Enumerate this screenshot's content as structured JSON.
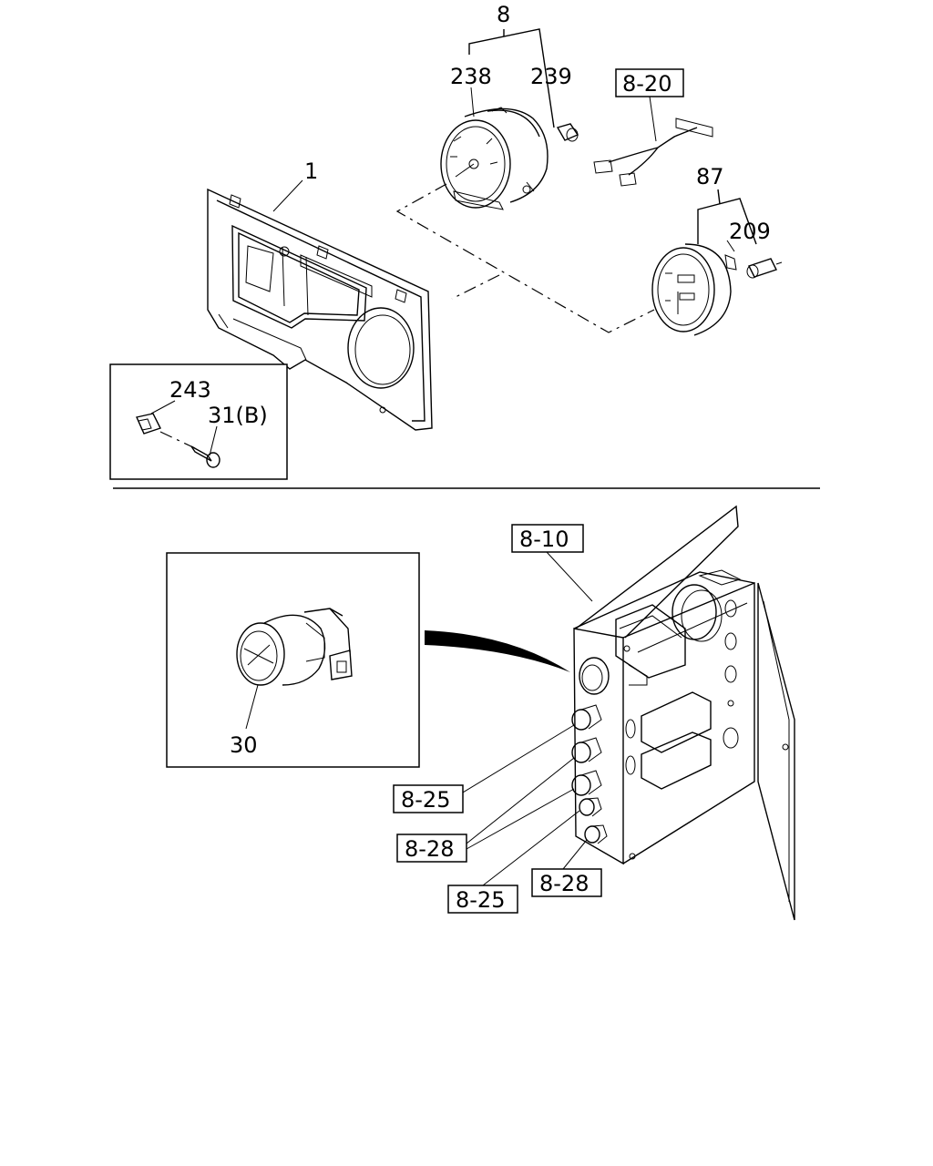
{
  "labels": {
    "n8": "8",
    "n238": "238",
    "n239": "239",
    "n8_20": "8-20",
    "n1": "1",
    "n87": "87",
    "n209": "209",
    "n243": "243",
    "n31b": "31(B)",
    "n8_10": "8-10",
    "n30": "30",
    "n8_25a": "8-25",
    "n8_28a": "8-28",
    "n8_25b": "8-25",
    "n8_28b": "8-28"
  }
}
